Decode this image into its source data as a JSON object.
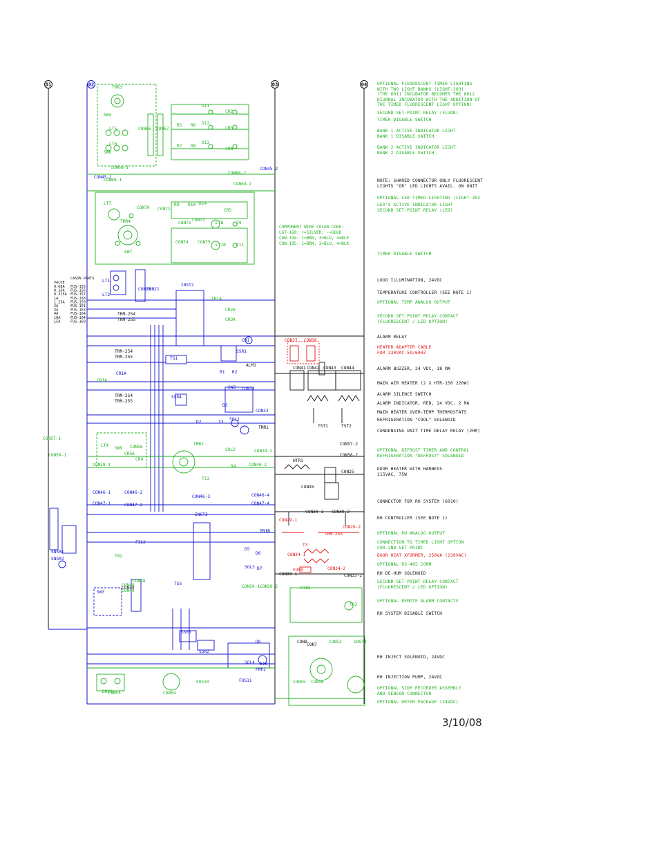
{
  "bus_markers": [
    "01",
    "02",
    "03",
    "04"
  ],
  "colors": {
    "green": "#1fb01f",
    "blue": "#1010d0",
    "black": "#111111",
    "red": "#e01010"
  },
  "notes": [
    {
      "id": "n1",
      "color": "green",
      "text": "OPTIONAL FLUORESCENT TIMED LIGHTING\nWITH TWO LIGHT BANKS (LIGHT-303)\n(THE 6011 INCUBATOR BECOMES THE 6012\nDIURNAL INCUBATOR WITH THE ADDITION OF\nTHE TIMED FLUORESCENT LIGHT OPTION)"
    },
    {
      "id": "n2",
      "color": "green",
      "text": "SECOND SET-POINT RELAY (FLUOR)"
    },
    {
      "id": "n3",
      "color": "green",
      "text": "TIMER DISABLE SWITCH"
    },
    {
      "id": "n4",
      "color": "green",
      "text": "BANK 1 ACTIVE INDICATOR LIGHT\nBANK 1 DISABLE SWITCH"
    },
    {
      "id": "n5",
      "color": "green",
      "text": "BANK 2 ACTIVE INDICATOR LIGHT\nBANK 2 DISABLE SWITCH"
    },
    {
      "id": "n6",
      "color": "black",
      "text": "NOTE: SHARED CONNECTOR ONLY FLUORESCENT\nLIGHTS \"OR\" LED LIGHTS AVAIL. ON UNIT"
    },
    {
      "id": "n7",
      "color": "green",
      "text": "OPTIONAL LED TIMED LIGHTING (LIGHT-302"
    },
    {
      "id": "n8",
      "color": "green",
      "text": "LED'S ACTIVE INDICATOR LIGHT\nSECOND SET-POINT RELAY (LED)"
    },
    {
      "id": "n9",
      "color": "green",
      "text": "TIMER DISABLE SWITCH"
    },
    {
      "id": "n10",
      "color": "black",
      "text": "LOGO ILLUMINATION, 24VDC"
    },
    {
      "id": "n11",
      "color": "black",
      "text": "TEMPERATURE CONTROLLER (SEE NOTE 1)"
    },
    {
      "id": "n12",
      "color": "green",
      "text": "OPTIONAL TEMP ANALOG OUTPUT"
    },
    {
      "id": "n13",
      "color": "green",
      "text": "SECOND SET-POINT RELAY CONTACT\n(FLUORESCENT / LED OPTION)"
    },
    {
      "id": "n14",
      "color": "black",
      "text": "ALARM RELAY"
    },
    {
      "id": "n15",
      "color": "red",
      "text": "HEATER ADAPTER CABLE\nFOR 230VAC 50/60HZ"
    },
    {
      "id": "n16",
      "color": "black",
      "text": "ALARM BUZZER, 24 VDC, 18 mA"
    },
    {
      "id": "n17",
      "color": "black",
      "text": "MAIN AIR HEATER (2 x HTR-150 220W)"
    },
    {
      "id": "n18",
      "color": "black",
      "text": "ALARM SILENCE SWITCH"
    },
    {
      "id": "n19",
      "color": "black",
      "text": "ALARM INDICATOR, RED, 24 VDC, 2 mA"
    },
    {
      "id": "n20",
      "color": "black",
      "text": "MAIN HEATER OVER-TEMP THERMOSTATS"
    },
    {
      "id": "n21",
      "color": "black",
      "text": "REFRIGERATION \"COOL\" SOLENOID"
    },
    {
      "id": "n22",
      "color": "black",
      "text": "CONDENSING UNIT TIME DELAY RELAY (2HR)"
    },
    {
      "id": "n23",
      "color": "green",
      "text": "OPTIONAL DEFROST TIMER AND CONTROL\nREFRIGERATION \"DEFROST\" SOLENOID"
    },
    {
      "id": "n24",
      "color": "black",
      "text": "DOOR HEATER WITH HARNESS\n115VAC, 75W"
    },
    {
      "id": "n25",
      "color": "black",
      "text": "CONNECTOR FOR RH SYSTEM (6010)"
    },
    {
      "id": "n26",
      "color": "black",
      "text": "RH CONTROLLER (SEE NOTE 1)"
    },
    {
      "id": "n27",
      "color": "green",
      "text": "OPTIONAL RH ANALOG OUTPUT"
    },
    {
      "id": "n28",
      "color": "green",
      "text": "CONNECTION TO TIMED LIGHT OPTION\nFOR 2ND SET-POINT"
    },
    {
      "id": "n29",
      "color": "red",
      "text": "DOOR HEAT XFORMER, 250VA (230VAC)"
    },
    {
      "id": "n30",
      "color": "green",
      "text": "OPTIONAL RS-485 COMM"
    },
    {
      "id": "n31",
      "color": "black",
      "text": "RH DE-HUM SOLENOID"
    },
    {
      "id": "n32",
      "color": "green",
      "text": "SECOND SET-POINT RELAY CONTACT\n(FLUORESCENT / LED OPTION)"
    },
    {
      "id": "n33",
      "color": "green",
      "text": "OPTIONAL REMOTE ALARM CONTACTS"
    },
    {
      "id": "n34",
      "color": "black",
      "text": "RH SYSTEM DISABLE SWITCH"
    },
    {
      "id": "n35",
      "color": "black",
      "text": "RH INJECT SOLENOID, 24VDC"
    },
    {
      "id": "n36",
      "color": "black",
      "text": "RH INJECTION PUMP, 24VDC"
    },
    {
      "id": "n37",
      "color": "green",
      "text": "OPTIONAL SIDE RECORDER ASSEMBLY\nAND SENSOR CONNECTOR"
    },
    {
      "id": "n38",
      "color": "green",
      "text": "OPTIONAL DRYER PACKAGE (24VDC)"
    }
  ],
  "color_code": {
    "title": "COMPONENT WIRE COLOR CODE:",
    "lines": [
      "LGT-160: +=SILVER, -=GOLD",
      "CON-194: 1=BRN, 3=BLU, 4=BLK",
      "CON-195: 1=BRN, 3=BLU, 4=BLK"
    ]
  },
  "fuse_table": {
    "headers": [
      "VALUE",
      "CASON\nPARTS"
    ],
    "rows": [
      [
        "0.08A",
        "FUS-155"
      ],
      [
        "0.16A",
        "FUS-156"
      ],
      [
        "0.315A",
        "FUS-157"
      ],
      [
        "1A",
        "FUS-158"
      ],
      [
        "1.25A",
        "FUS-159"
      ],
      [
        "2A",
        "FUS-151"
      ],
      [
        "3A",
        "FUS-163"
      ],
      [
        "4A",
        "FUS-164"
      ],
      [
        "10A",
        "FUS-104"
      ],
      [
        "15A",
        "FUS-160"
      ]
    ]
  },
  "labels": {
    "green": [
      "TMR3",
      "SW4",
      "LT5",
      "SW6",
      "LT6",
      "CON66",
      "CON67",
      "CON68-1",
      "CR2",
      "CR3",
      "CR4",
      "R5",
      "R6",
      "R7",
      "R8",
      "D11",
      "D12",
      "D13",
      "CON69-1",
      "CON68-2",
      "CON69-2",
      "LT7",
      "CON70",
      "CON71",
      "R9",
      "R10",
      "D14",
      "CR5",
      "TMR4",
      "CON72",
      "CON73",
      "LT8",
      "T9",
      "SW7",
      "CON74",
      "CON75",
      "LT10",
      "T11",
      "CR1A",
      "CON39-1",
      "CON39-2",
      "CON40-2",
      "TMR2",
      "SOL2",
      "CR4",
      "D4",
      "T13",
      "TB1A",
      "CR2A",
      "CR3A",
      "TB1B",
      "CR1B",
      "T83",
      "CON48",
      "CON49",
      "CON50-1",
      "CON50-2",
      "CON53",
      "CON54",
      "CON55",
      "CON56",
      "DRY1",
      "FUS10",
      "CON52",
      "INST4",
      "CON48",
      "T82",
      "CR56",
      "CON57-1",
      "CON58-1",
      "LT4",
      "SW9",
      "CON56"
    ],
    "blue": [
      "INST2",
      "LT1",
      "LT2",
      "CON20",
      "CON21",
      "CON45-1",
      "CON45-2",
      "TS1",
      "SSR1",
      "CR1",
      "SSR4",
      "SW2",
      "CON31",
      "CON32",
      "T3",
      "SOL1",
      "D3",
      "D2",
      "R1",
      "R2",
      "CR1A",
      "CON46-1",
      "CON47-1",
      "CON46-2",
      "CON47-2",
      "CON46-3",
      "CON46-4",
      "CON47-4",
      "INST3",
      "FIL2",
      "TS5",
      "SW3",
      "SSR5",
      "SSR2",
      "SOL3",
      "D7",
      "D5",
      "D6",
      "SOL4",
      "D10",
      "D8",
      "PMP2",
      "FUS11",
      "TB1B",
      "SNSR2",
      "SNSR1"
    ],
    "black": [
      "ALM1",
      "CON41",
      "CON42",
      "CON43",
      "CON44",
      "TST1",
      "TST2",
      "TMR1",
      "CON57-2",
      "CON58-2",
      "HTR1",
      "CON25",
      "CON26",
      "CON30-1",
      "CON30-2",
      "CON33-1",
      "CON33-2",
      "TRM-254",
      "TRM-255",
      "TRM-254",
      "TRM-255",
      "TRM-254",
      "TRM-255",
      "CON49",
      "CON8",
      "CON7"
    ],
    "red": [
      "CON37",
      "CON38",
      "CON29-1",
      "CON29-2",
      "TRM-255",
      "T3",
      "CON34-1",
      "CON34-2",
      "FUS9"
    ]
  },
  "page_number": "3/10/08"
}
